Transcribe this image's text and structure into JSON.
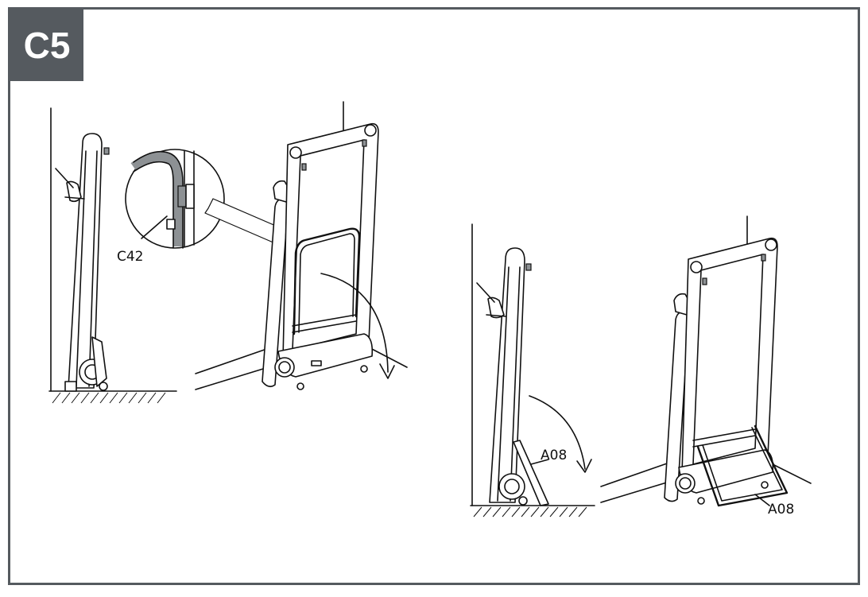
{
  "step": {
    "label": "C5"
  },
  "callouts": {
    "detail_part": "C42",
    "left_part": "A08",
    "right_part": "A08"
  },
  "colors": {
    "frame": "#555a5f",
    "badge_text": "#ffffff",
    "line": "#111111"
  }
}
